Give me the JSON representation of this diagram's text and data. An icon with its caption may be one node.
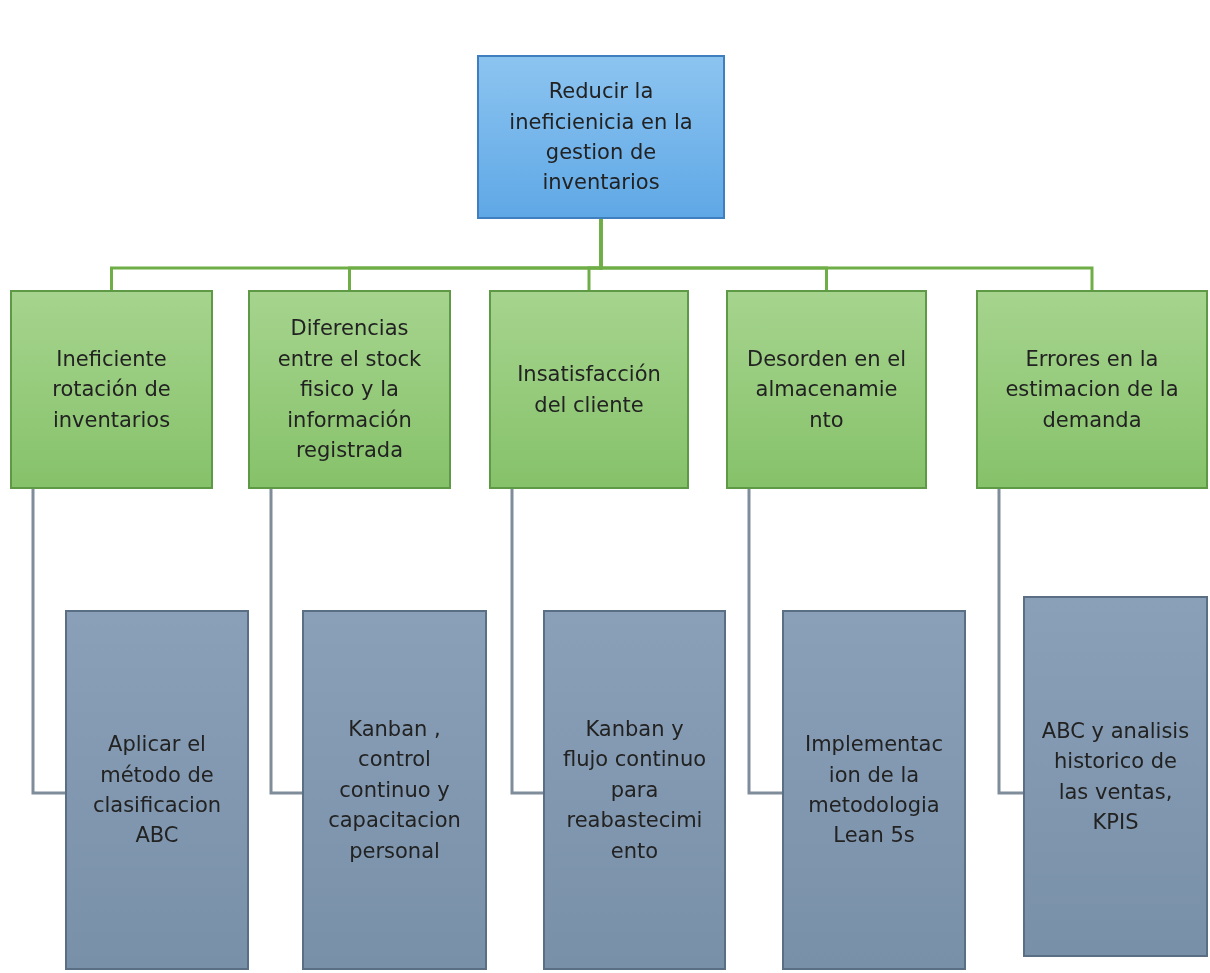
{
  "diagram": {
    "nodes": [
      {
        "text": [
          "Reducir la ineficienicia en la gestion de inventarios"
        ]
      },
      {
        "text": [
          "Ineficiente rotación de inventarios"
        ]
      },
      {
        "text": [
          "Diferencias entre el stock fisico y la información registrada"
        ]
      },
      {
        "text": [
          "Insatisfacción del cliente"
        ]
      },
      {
        "text": [
          "Desorden en el almacenamie nto"
        ]
      },
      {
        "text": [
          "Errores en la estimacion de la demanda"
        ]
      },
      {
        "text": [
          "Aplicar el método de clasificacion ABC"
        ]
      },
      {
        "text": [
          "Kanban , control continuo y capacitacion personal"
        ]
      },
      {
        "text": [
          "Kanban y flujo continuo para reabastecimi ento"
        ]
      },
      {
        "text": [
          "Implementac ion de la metodologia Lean 5s"
        ]
      },
      {
        "text": [
          "ABC y analisis historico de las ventas, KPIS"
        ]
      }
    ],
    "edges": [
      {
        "from": 0,
        "to": 1,
        "arrow": "none"
      },
      {
        "from": 0,
        "to": 2,
        "arrow": "none"
      },
      {
        "from": 0,
        "to": 3,
        "arrow": "none"
      },
      {
        "from": 0,
        "to": 4,
        "arrow": "none"
      },
      {
        "from": 0,
        "to": 5,
        "arrow": "none"
      },
      {
        "from": 1,
        "to": 6,
        "arrow": "none",
        "color": "#7f8c99"
      },
      {
        "from": 2,
        "to": 7,
        "arrow": "none",
        "color": "#7f8c99"
      },
      {
        "from": 3,
        "to": 8,
        "arrow": "none",
        "color": "#7f8c99"
      },
      {
        "from": 4,
        "to": 9,
        "arrow": "none",
        "color": "#7f8c99"
      },
      {
        "from": 5,
        "to": 10,
        "arrow": "none",
        "color": "#7f8c99"
      }
    ]
  }
}
